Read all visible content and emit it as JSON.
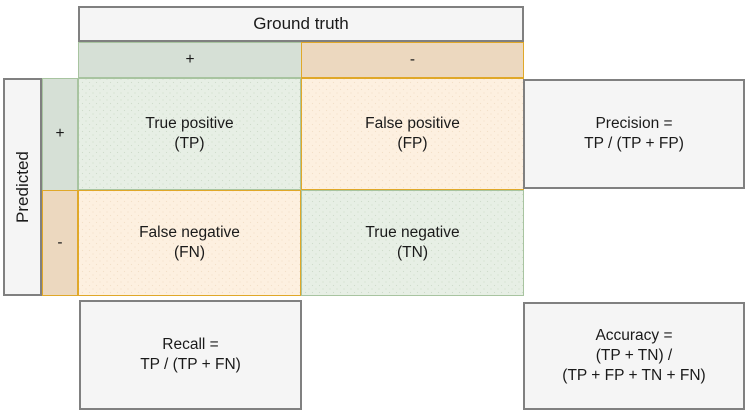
{
  "diagram": {
    "title_column": "Ground truth",
    "title_row": "Predicted",
    "column_headers": [
      "+",
      "-"
    ],
    "row_headers": [
      "+",
      "-"
    ],
    "cells": [
      {
        "id": "tp",
        "label": "True positive",
        "abbrev": "(TP)",
        "text": "True positive\n(TP)",
        "tone": "green"
      },
      {
        "id": "fp",
        "label": "False positive",
        "abbrev": "(FP)",
        "text": "False positive\n(FP)",
        "tone": "orange"
      },
      {
        "id": "fn",
        "label": "False negative",
        "abbrev": "(FN)",
        "text": "False negative\n(FN)",
        "tone": "orange"
      },
      {
        "id": "tn",
        "label": "True negative",
        "abbrev": "(TN)",
        "text": "True negative\n(TN)",
        "tone": "green"
      }
    ],
    "metrics": [
      {
        "id": "precision",
        "name": "Precision =",
        "formula": "TP / (TP + FP)",
        "text": "Precision =\nTP / (TP + FP)"
      },
      {
        "id": "recall",
        "name": "Recall =",
        "formula": "TP / (TP + FN)",
        "text": "Recall =\nTP / (TP + FN)"
      },
      {
        "id": "accuracy",
        "name": "Accuracy =",
        "formula": "(TP + TN) / (TP + FP + TN + FN)",
        "text": "Accuracy =\n(TP + TN) /\n(TP + FP + TN + FN)"
      }
    ],
    "colors": {
      "green_fill": "#e7efe5",
      "green_header": "#d6e0d6",
      "green_border": "#a8c4a0",
      "orange_fill": "#fdf0e0",
      "orange_header": "#ecd8bf",
      "orange_border": "#e0a829",
      "box_fill": "#f5f5f5",
      "box_border": "#808080",
      "text": "#1a1a1a"
    }
  }
}
